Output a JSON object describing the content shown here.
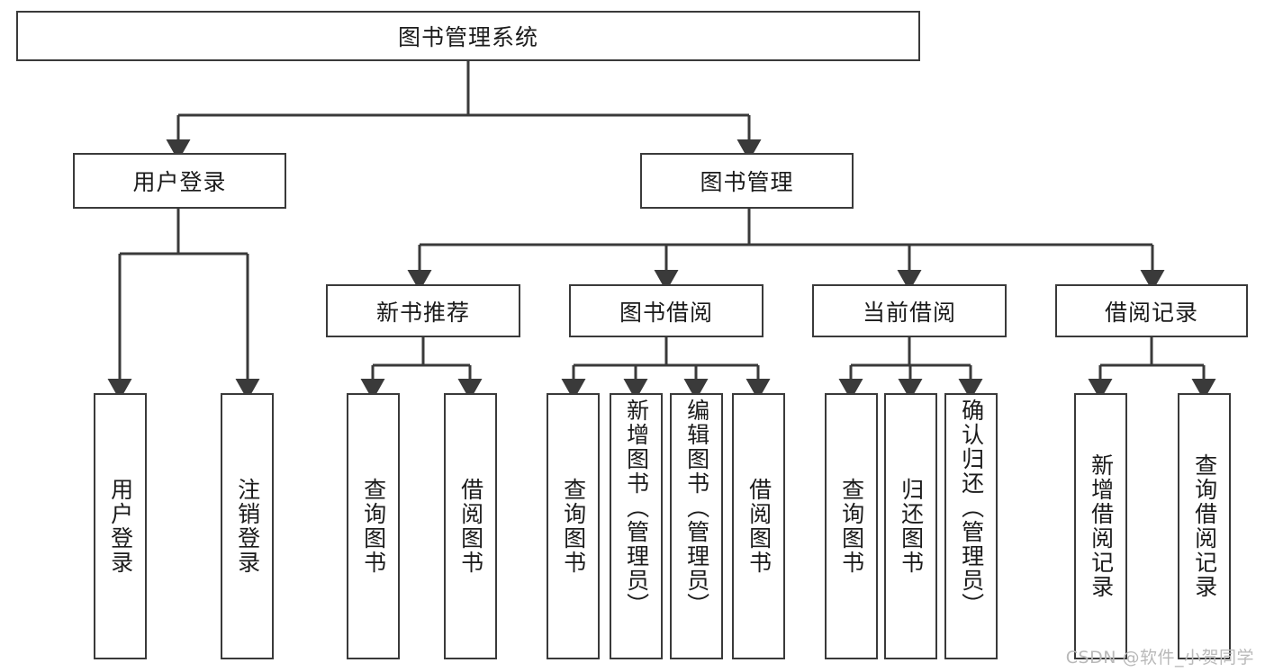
{
  "diagram": {
    "title": "图书管理系统",
    "type": "tree-hierarchy",
    "root": {
      "id": "root",
      "label": "图书管理系统"
    },
    "level2": [
      {
        "id": "user-login",
        "label": "用户登录"
      },
      {
        "id": "book-manage",
        "label": "图书管理"
      }
    ],
    "level3": [
      {
        "id": "new-book-recommend",
        "label": "新书推荐",
        "parent": "book-manage"
      },
      {
        "id": "book-borrow",
        "label": "图书借阅",
        "parent": "book-manage"
      },
      {
        "id": "current-borrow",
        "label": "当前借阅",
        "parent": "book-manage"
      },
      {
        "id": "borrow-record",
        "label": "借阅记录",
        "parent": "book-manage"
      }
    ],
    "leaves": {
      "user-login": [
        {
          "id": "leaf-user-login",
          "label": "用户登录"
        },
        {
          "id": "leaf-user-logout",
          "label": "注销登录"
        }
      ],
      "new-book-recommend": [
        {
          "id": "leaf-query-book-1",
          "label": "查询图书"
        },
        {
          "id": "leaf-borrow-book-1",
          "label": "借阅图书"
        }
      ],
      "book-borrow": [
        {
          "id": "leaf-query-book-2",
          "label": "查询图书"
        },
        {
          "id": "leaf-add-book",
          "label": "新增图书（管理员）"
        },
        {
          "id": "leaf-edit-book",
          "label": "编辑图书（管理员）"
        },
        {
          "id": "leaf-borrow-book-2",
          "label": "借阅图书"
        }
      ],
      "current-borrow": [
        {
          "id": "leaf-query-book-3",
          "label": "查询图书"
        },
        {
          "id": "leaf-return-book",
          "label": "归还图书"
        },
        {
          "id": "leaf-confirm-return",
          "label": "确认归还（管理员）"
        }
      ],
      "borrow-record": [
        {
          "id": "leaf-add-record",
          "label": "新增借阅记录"
        },
        {
          "id": "leaf-query-record",
          "label": "查询借阅记录"
        }
      ]
    }
  },
  "watermark": {
    "text": "CSDN @软件_小贺同学"
  },
  "colors": {
    "stroke": "#3a3a3a",
    "text": "#1b1b1b",
    "background": "#ffffff",
    "watermark": "#b9b9b9"
  }
}
